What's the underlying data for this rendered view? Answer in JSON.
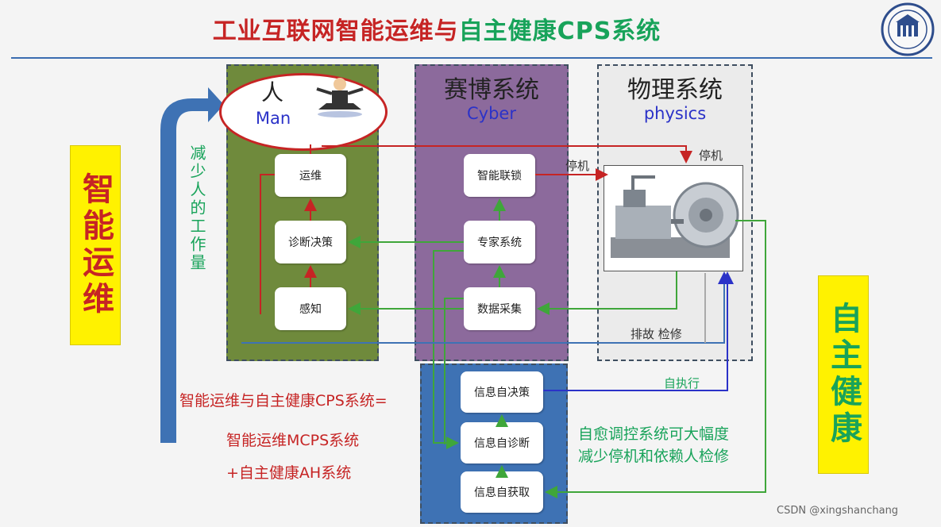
{
  "title": {
    "part1": "工业互联网智能运维与",
    "part2": "自主健康CPS系统"
  },
  "left_label": "智能运维",
  "right_label": "自主健康",
  "reduce_label": "减少人的工作量",
  "man": {
    "cn": "人",
    "en": "Man"
  },
  "cyber": {
    "cn": "赛博系统",
    "en": "Cyber"
  },
  "physics": {
    "cn": "物理系统",
    "en": "physics"
  },
  "man_boxes": [
    "运维",
    "诊断决策",
    "感知"
  ],
  "cyber_boxes": [
    "智能联锁",
    "专家系统",
    "数据采集"
  ],
  "info_boxes": [
    "信息自决策",
    "信息自诊断",
    "信息自获取"
  ],
  "labels": {
    "stop1": "停机",
    "stop2": "停机",
    "repair": "排故 检修",
    "self_exec": "自执行"
  },
  "formula": {
    "line1": "智能运维与自主健康CPS系统=",
    "line2": "智能运维MCPS系统",
    "line3": "+自主健康AH系统"
  },
  "healing": {
    "line1": "自愈调控系统可大幅度",
    "line2": "减少停机和依赖人检修"
  },
  "watermark": "CSDN @xingshanchang",
  "colors": {
    "red": "#c62424",
    "green": "#18a35a",
    "blue": "#2b32c8",
    "yellow": "#fff200"
  }
}
